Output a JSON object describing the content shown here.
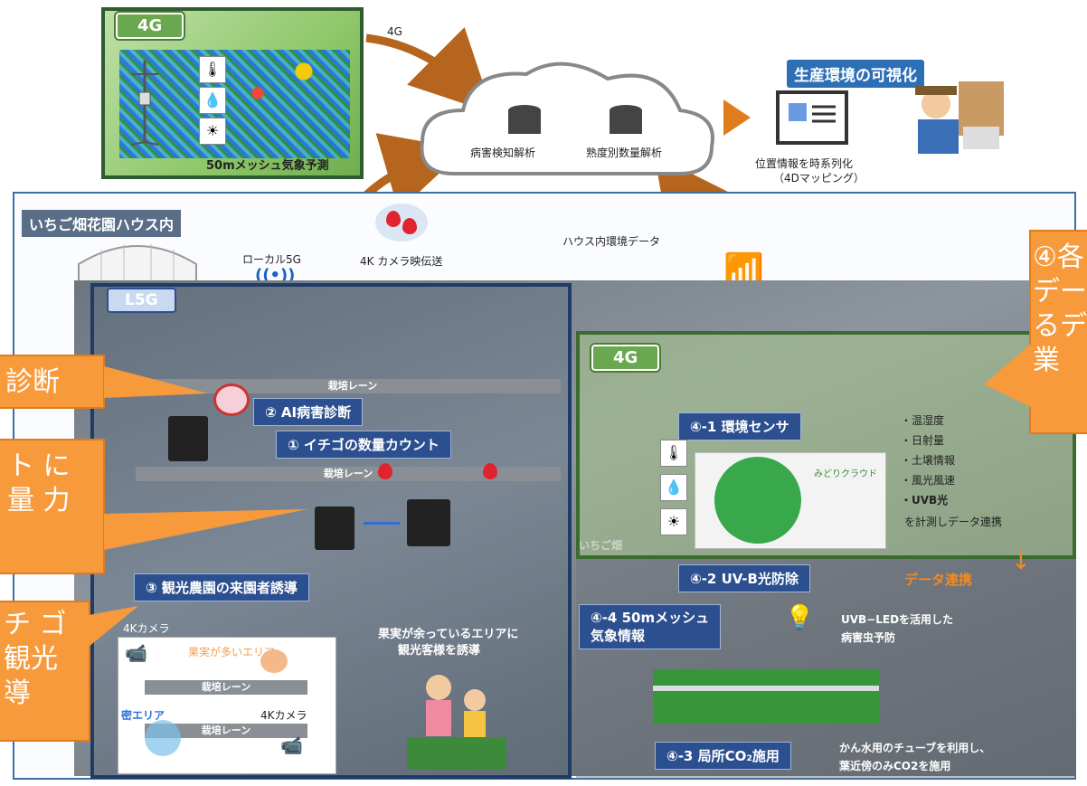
{
  "top_box": {
    "tag": "4G",
    "caption": "50mメッシュ気象予測",
    "link_label": "4G"
  },
  "cloud": {
    "label_left": "病害検知解析",
    "label_right": "熟度別数量解析"
  },
  "visualization": {
    "title": "生産環境の可視化",
    "caption_line1": "位置情報を時系列化",
    "caption_line2": "（4Dマッピング）"
  },
  "house": {
    "title": "いちご畑花園ハウス内",
    "local5g": "ローカル5G",
    "camera_transmit": "4K カメラ映伝送",
    "env_data": "ハウス内環境データ",
    "wifi_label": "4G"
  },
  "l5g": {
    "tag": "L5G",
    "lane1": "栽培レーン",
    "lane2": "栽培レーン",
    "label_ai": "② AI病害診断",
    "label_count": "① イチゴの数量カウント",
    "label_guide": "③ 観光農園の来園者誘導",
    "camera_label": "4Kカメラ",
    "zone_many": "果実が多いエリア",
    "zone_lane1": "栽培レーン",
    "camera_label2": "4Kカメラ",
    "zone_dense": "密エリア",
    "zone_lane2": "栽培レーン",
    "guide_text_line1": "果実が余っているエリアに",
    "guide_text_line2": "観光客様を誘導"
  },
  "g4": {
    "tag": "4G",
    "env_sensor": "④-1 環境センサ",
    "sensor_items": [
      "・温湿度",
      "・日射量",
      "・土壌情報",
      "・風光風速",
      "・UVB光"
    ],
    "sensor_note": "を計測しデータ連携",
    "device_brand": "みどりクラウド",
    "uvb": "④-2 UV-B光防除",
    "data_link": "データ連携",
    "uvb_note_line1": "UVB−LEDを活用した",
    "uvb_note_line2": "病害虫予防",
    "mesh_line1": "④-4 50mメッシュ",
    "mesh_line2": "気象情報",
    "co2": "④-3 局所CO₂施用",
    "co2_note_line1": "かん水用のチューブを利用し、",
    "co2_note_line2": "葉近傍のみCO2を施用",
    "overlay_text": "いちご畑"
  },
  "callouts": {
    "left1": "診断",
    "left2_line1": "ト に",
    "left2_line2": "量 力",
    "left3_line1": "チ ゴ",
    "left3_line2": "観光",
    "left3_line3": "導",
    "right_line1": "④各",
    "right_line2": "デー",
    "right_line3": "るデ",
    "right_line4": "業"
  },
  "colors": {
    "accent_orange": "#f79a3c",
    "label_blue": "#2c4f8f",
    "green_tag": "#6aa84f",
    "arrow_brown": "#b5651d"
  }
}
